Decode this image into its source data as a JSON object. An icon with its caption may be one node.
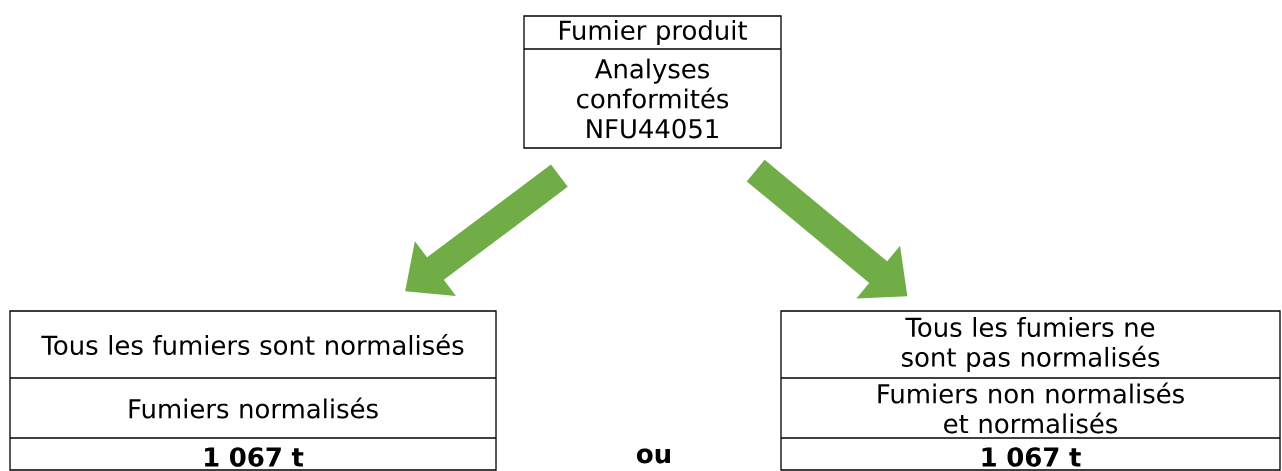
{
  "diagram": {
    "nodes": [
      {
        "text": [
          "Fumier produit",
          "Analyses conformités NFU44051"
        ]
      },
      {
        "text": [
          "Tous les fumiers sont normalisés",
          "Fumiers normalisés",
          "1 067 t"
        ]
      },
      {
        "text": [
          "Tous les fumiers ne sont pas normalisés",
          "Fumiers non normalisés et normalisés",
          "1 067 t"
        ]
      }
    ],
    "edges": [
      {
        "from": 0,
        "to": 1,
        "arrow": "to",
        "color": "#70ad47"
      },
      {
        "from": 0,
        "to": 2,
        "arrow": "to",
        "color": "#70ad47"
      }
    ],
    "labels": [
      "ou"
    ]
  }
}
